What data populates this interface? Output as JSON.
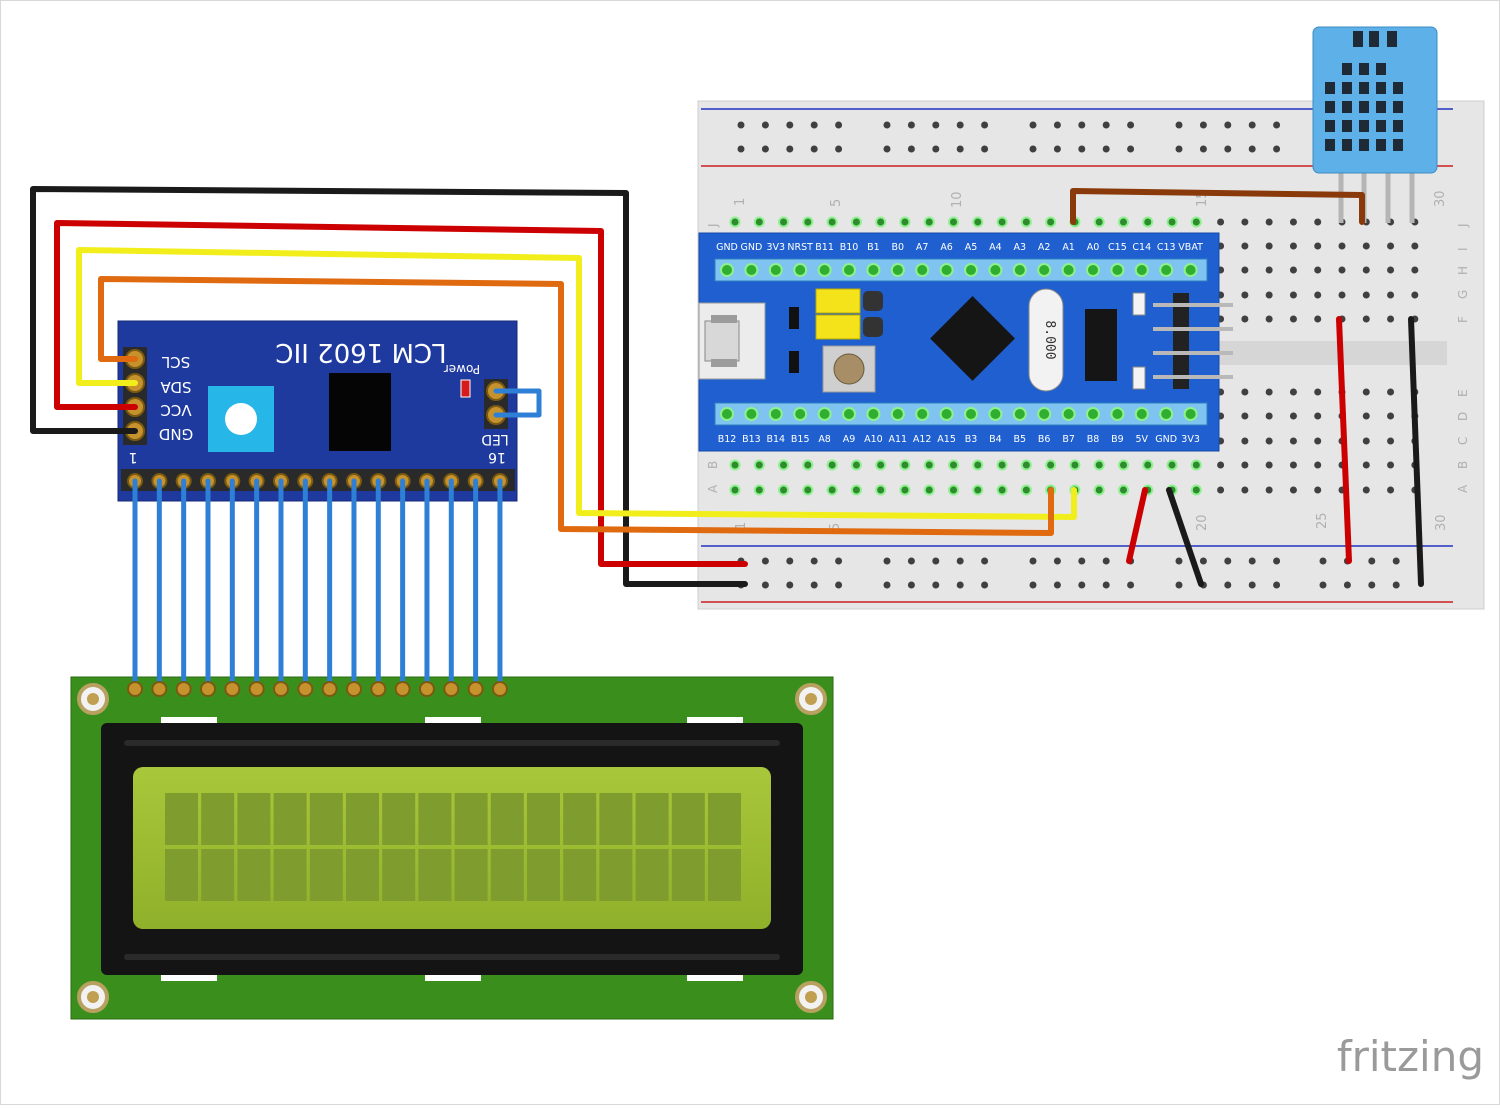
{
  "i2c_module": {
    "title": "LCM 1602 IIC",
    "power_label": "Power",
    "pins": [
      "SCL",
      "SDA",
      "VCC",
      "GND"
    ],
    "led_label": "LED",
    "pin_first": "1",
    "pin_last": "16"
  },
  "mcu_board": {
    "top_pins": [
      "GND",
      "GND",
      "3V3",
      "NRST",
      "B11",
      "B10",
      "B1",
      "B0",
      "A7",
      "A6",
      "A5",
      "A4",
      "A3",
      "A2",
      "A1",
      "A0",
      "C15",
      "C14",
      "C13",
      "VBAT"
    ],
    "bottom_pins": [
      "B12",
      "B13",
      "B14",
      "B15",
      "A8",
      "A9",
      "A10",
      "A11",
      "A12",
      "A15",
      "B3",
      "B4",
      "B5",
      "B6",
      "B7",
      "B8",
      "B9",
      "5V",
      "GND",
      "3V3"
    ],
    "crystal_label": "8.000"
  },
  "breadboard": {
    "column_numbers": [
      "1",
      "5",
      "10",
      "15",
      "20",
      "25",
      "30"
    ],
    "row_letters_top": [
      "J",
      "I",
      "H",
      "G",
      "F"
    ],
    "row_letters_bottom": [
      "E",
      "D",
      "C",
      "B",
      "A"
    ]
  },
  "lcd": {
    "columns": 16,
    "rows": 2
  },
  "wires": {
    "colors": {
      "gnd": "#1a1a1a",
      "vcc": "#cc0000",
      "sda": "#f2ee1c",
      "scl": "#e06a10",
      "data": "#8a3a0a",
      "lcd_bus": "#2e7fd6"
    }
  },
  "watermark": "fritzing"
}
